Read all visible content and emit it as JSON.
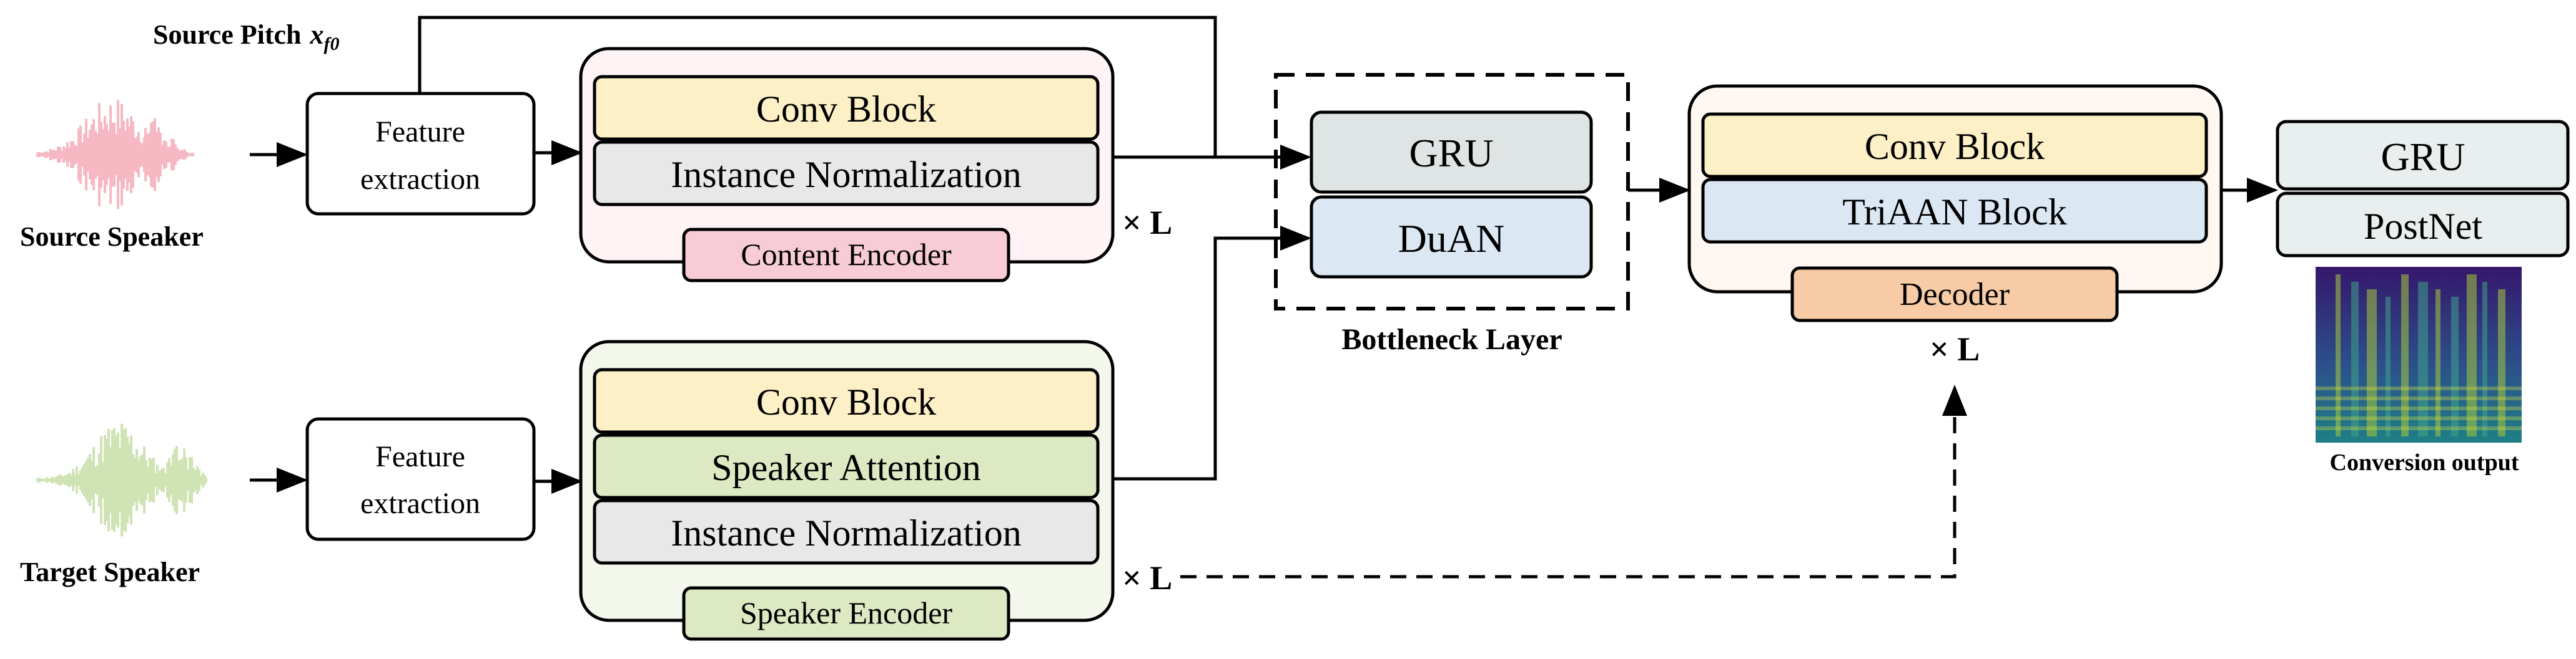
{
  "labels": {
    "source_pitch": "Source Pitch",
    "source_pitch_math": "x",
    "source_pitch_sub": "f0",
    "source_speaker": "Source Speaker",
    "target_speaker": "Target Speaker",
    "bottleneck": "Bottleneck Layer",
    "conversion_output": "Conversion output"
  },
  "feature_extraction": {
    "line1": "Feature",
    "line2": "extraction"
  },
  "content_encoder": {
    "name": "Content Encoder",
    "blocks": [
      "Conv Block",
      "Instance Normalization"
    ],
    "repeat": "× L"
  },
  "speaker_encoder": {
    "name": "Speaker Encoder",
    "blocks": [
      "Conv Block",
      "Speaker Attention",
      "Instance Normalization"
    ],
    "repeat": "× L"
  },
  "bottleneck_blocks": [
    "GRU",
    "DuAN"
  ],
  "decoder": {
    "name": "Decoder",
    "blocks": [
      "Conv Block",
      "TriAAN Block"
    ],
    "repeat": "× L"
  },
  "output_blocks": [
    "GRU",
    "PostNet"
  ],
  "colors": {
    "conv": "#fdf0c6",
    "instnorm": "#e8e8e8",
    "content_tag": "#f8ccd6",
    "content_bg": "#fff3f5",
    "speaker_attention": "#dde9c3",
    "speaker_tag": "#dde9c3",
    "speaker_bg": "#f4f8ec",
    "gru": "#dfe4e4",
    "duan": "#dbe8f4",
    "triaan": "#dbe8f4",
    "decoder_tag": "#f6cba6",
    "decoder_bg": "#fff7f1",
    "output": "#e9eeee",
    "source_wave": "#f6b9c3",
    "target_wave": "#cfe3b5"
  }
}
